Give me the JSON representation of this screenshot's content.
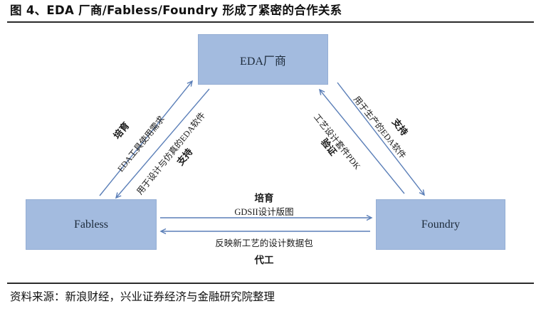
{
  "figure": {
    "title": "图 4、EDA 厂商/Fabless/Foundry 形成了紧密的合作关系",
    "source": "资料来源：新浪财经，兴业证券经济与金融研究院整理"
  },
  "nodes": {
    "eda": "EDA厂商",
    "fabless": "Fabless",
    "foundry": "Foundry"
  },
  "edges": {
    "fabless_to_eda": {
      "bold": "培育",
      "text": "EDA工具使用需求"
    },
    "eda_to_fabless": {
      "text": "用于设计与仿真的EDA软件",
      "bold": "支持"
    },
    "foundry_to_eda": {
      "text": "工艺设计套件PDK",
      "bold": "验证"
    },
    "eda_to_foundry": {
      "text": "用于生产的EDA软件",
      "bold": "支持"
    },
    "fabless_to_foundry": {
      "bold": "培育",
      "text": "GDSII设计版图"
    },
    "foundry_to_fabless": {
      "text": "反映新工艺的设计数据包",
      "bold": "代工"
    }
  },
  "colors": {
    "box_fill": "#a3bbdf",
    "arrow": "#5b7fb8"
  }
}
